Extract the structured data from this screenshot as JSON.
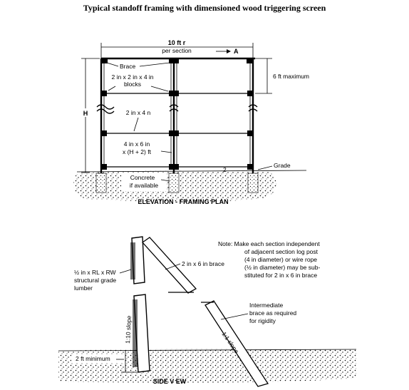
{
  "title": "Typical standoff framing with dimensioned wood triggering screen",
  "elevation": {
    "width_label_1": "10 ft r",
    "width_label_2": "per section",
    "marker_a": "A",
    "brace": "Brace",
    "blocks_1": "2 in x 2 in x 4 in",
    "blocks_2": "blocks",
    "max_height": "6 ft maximum",
    "height_h": "H",
    "rail": "2 in x 4 n",
    "post_1": "4 in x 6 in",
    "post_2": "x (H + 2) ft",
    "grade": "Grade",
    "concrete_1": "Concrete",
    "concrete_2": "if available",
    "caption": "ELEVATION - FRAMING PLAN"
  },
  "side": {
    "note_lines": [
      "Note: Make each section independent",
      "of adjacent section log post",
      "(4 in diameter) or wire rope",
      "(½ in diameter) may be sub-",
      "stituted for 2 in x 6 in brace"
    ],
    "brace_2x6": "2 in x 6 in brace",
    "lumber_lines": [
      "½ in x RL x RW",
      "structural grade",
      "lumber"
    ],
    "intermediate_lines": [
      "Intermediate",
      "brace as required",
      "for rigidity"
    ],
    "slope_11": "1:1 slope",
    "slope_110": "1:10 slope",
    "min_depth": "2 ft minimum",
    "caption": "SIDE V EW"
  }
}
